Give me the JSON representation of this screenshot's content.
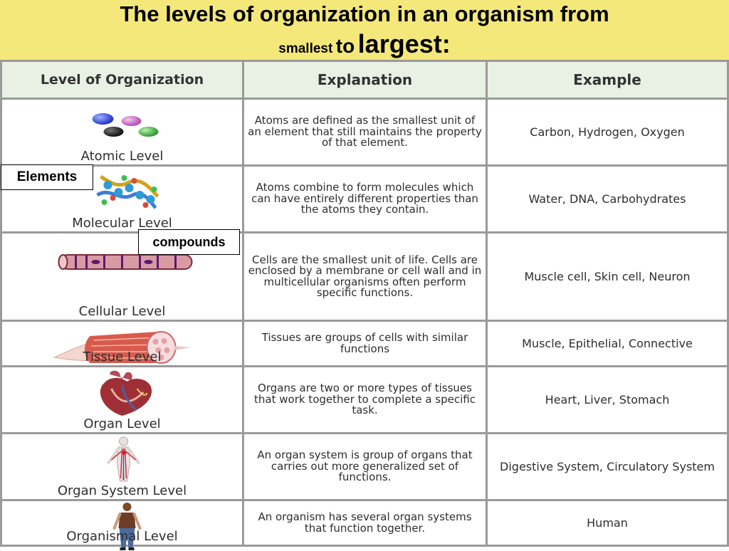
{
  "title": {
    "line1": "The levels of organization in an organism from",
    "line2_small": "smallest",
    "line2_mid": "to",
    "line2_big": "largest:"
  },
  "table": {
    "headers": {
      "level": "Level of Organization",
      "explanation": "Explanation",
      "example": "Example"
    },
    "rows": [
      {
        "level": "Atomic Level",
        "explanation": "Atoms are defined as the smallest unit of an element that still maintains the property of that element.",
        "example": "Carbon, Hydrogen, Oxygen",
        "icon": "atoms-icon"
      },
      {
        "level": "Molecular Level",
        "explanation": "Atoms combine to form molecules which can have entirely different properties than the atoms they contain.",
        "example": "Water, DNA, Carbohydrates",
        "icon": "dna-molecule-icon"
      },
      {
        "level": "Cellular Level",
        "explanation": "Cells are the smallest unit of life. Cells are enclosed by a membrane or cell wall and in multicellular organisms often perform specific functions.",
        "example": "Muscle cell, Skin cell, Neuron",
        "icon": "muscle-cell-icon"
      },
      {
        "level": "Tissue Level",
        "explanation": "Tissues are groups of cells with similar functions",
        "example": "Muscle, Epithelial, Connective",
        "icon": "muscle-tissue-icon"
      },
      {
        "level": "Organ Level",
        "explanation": "Organs are two or more types of tissues that work together to complete a specific task.",
        "example": "Heart, Liver, Stomach",
        "icon": "heart-icon"
      },
      {
        "level": "Organ System Level",
        "explanation": "An organ system is group of organs that carries out more generalized set of functions.",
        "example": "Digestive System, Circulatory System",
        "icon": "circulatory-system-icon"
      },
      {
        "level": "Organismal Level",
        "explanation": "An organism has several organ systems that function together.",
        "example": "Human",
        "icon": "human-icon"
      }
    ]
  },
  "callouts": {
    "elements": "Elements",
    "compounds": "compounds"
  },
  "colors": {
    "title_background": "#f4e87a",
    "header_background": "#e8f1e4",
    "grid_lines": "#9a9a9a"
  }
}
